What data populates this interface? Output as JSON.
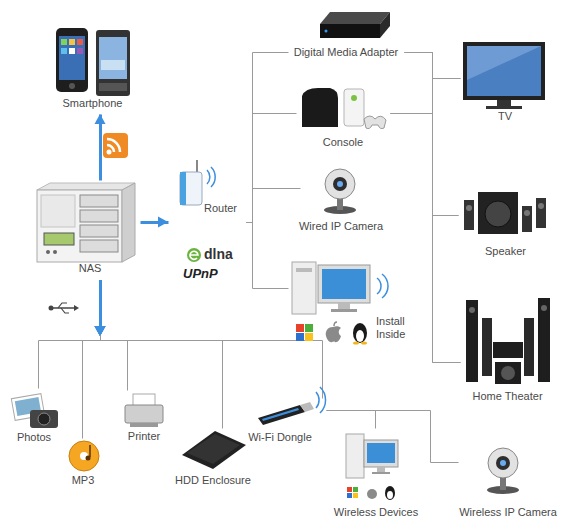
{
  "diagram": {
    "nodes": [
      {
        "text": [
          "Smartphone"
        ]
      },
      {
        "text": [
          "NAS"
        ]
      },
      {
        "text": [
          "Router"
        ]
      },
      {
        "text": [
          "Digital Media Adapter"
        ]
      },
      {
        "text": [
          "Console"
        ]
      },
      {
        "text": [
          "Wired IP Camera"
        ]
      },
      {
        "text": [
          "Install Inside"
        ]
      },
      {
        "text": [
          "TV"
        ]
      },
      {
        "text": [
          "Speaker"
        ]
      },
      {
        "text": [
          "Home Theater"
        ]
      },
      {
        "text": [
          "Photos"
        ]
      },
      {
        "text": [
          "MP3"
        ]
      },
      {
        "text": [
          "Printer"
        ]
      },
      {
        "text": [
          "HDD Enclosure"
        ]
      },
      {
        "text": [
          "Wi-Fi Dongle"
        ]
      },
      {
        "text": [
          "Wireless Devices"
        ]
      },
      {
        "text": [
          "Wireless IP Camera"
        ]
      }
    ],
    "edges": [
      {
        "from": 1,
        "to": 0,
        "arrow": "to"
      },
      {
        "from": 1,
        "to": 2,
        "arrow": "to"
      },
      {
        "from": 2,
        "to": 3,
        "arrow": "none"
      },
      {
        "from": 2,
        "to": 4,
        "arrow": "none"
      },
      {
        "from": 2,
        "to": 5,
        "arrow": "none"
      },
      {
        "from": 2,
        "to": 6,
        "arrow": "none"
      },
      {
        "from": 3,
        "to": 7,
        "arrow": "none"
      },
      {
        "from": 3,
        "to": 8,
        "arrow": "none"
      },
      {
        "from": 3,
        "to": 9,
        "arrow": "none"
      },
      {
        "from": 4,
        "to": 7,
        "arrow": "none"
      },
      {
        "from": 4,
        "to": 8,
        "arrow": "none"
      },
      {
        "from": 4,
        "to": 9,
        "arrow": "none"
      },
      {
        "from": 1,
        "to": 10,
        "arrow": "to"
      },
      {
        "from": 1,
        "to": 11,
        "arrow": "to"
      },
      {
        "from": 1,
        "to": 12,
        "arrow": "to"
      },
      {
        "from": 1,
        "to": 13,
        "arrow": "to"
      },
      {
        "from": 1,
        "to": 14,
        "arrow": "to"
      },
      {
        "from": 14,
        "to": 15,
        "arrow": "none"
      },
      {
        "from": 14,
        "to": 16,
        "arrow": "none"
      }
    ],
    "labels": [
      "dlna",
      "UPnP"
    ]
  }
}
